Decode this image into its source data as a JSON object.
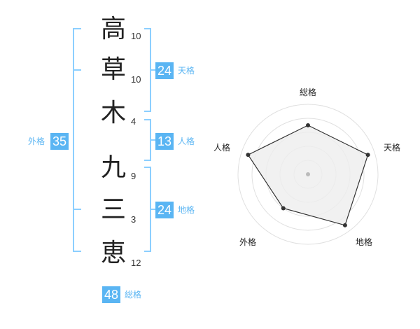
{
  "name": {
    "characters": [
      {
        "char": "高",
        "strokes": "10"
      },
      {
        "char": "草",
        "strokes": "10"
      },
      {
        "char": "木",
        "strokes": "4"
      },
      {
        "char": "九",
        "strokes": "9"
      },
      {
        "char": "三",
        "strokes": "3"
      },
      {
        "char": "恵",
        "strokes": "12"
      }
    ]
  },
  "fortunes": {
    "tenkaku": {
      "label": "天格",
      "value": "24"
    },
    "jinkaku": {
      "label": "人格",
      "value": "13"
    },
    "chikaku": {
      "label": "地格",
      "value": "24"
    },
    "gaikaku": {
      "label": "外格",
      "value": "35"
    },
    "soukaku": {
      "label": "総格",
      "value": "48"
    }
  },
  "colors": {
    "accent": "#5ab5f3",
    "bracket": "#8ccfff",
    "radar_fill": "#eeeeee",
    "radar_line": "#333333"
  },
  "chart_data": {
    "type": "radar",
    "axes": [
      "総格",
      "天格",
      "地格",
      "外格",
      "人格"
    ],
    "values": [
      0.7,
      0.9,
      0.9,
      0.6,
      0.9
    ],
    "rings": 5,
    "max": 1
  }
}
